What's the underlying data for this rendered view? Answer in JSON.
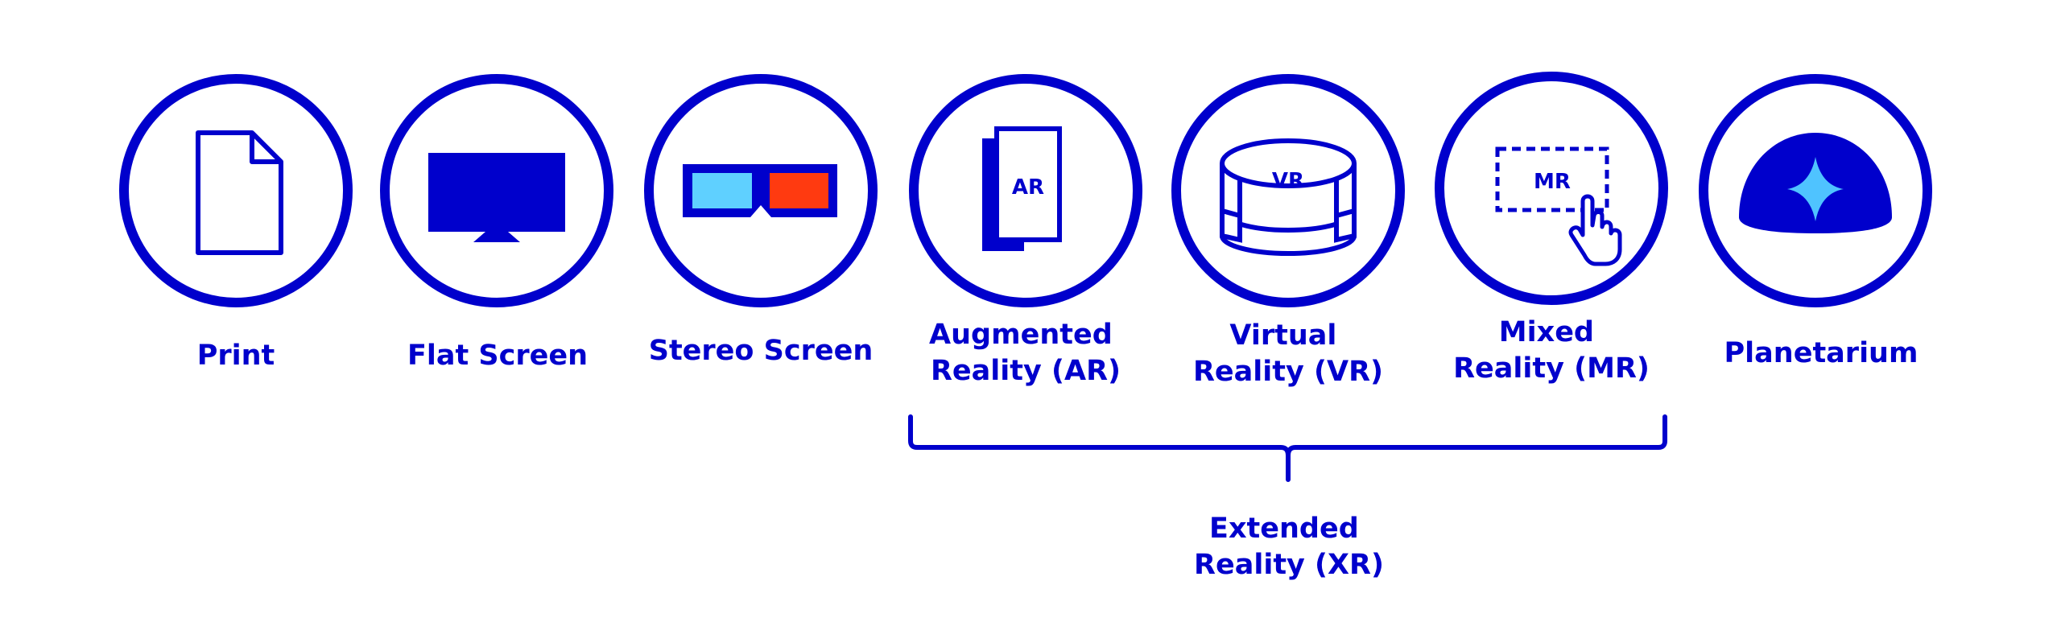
{
  "colors": {
    "primary": "#0000cc",
    "glasses_left_lens": "#5fd0ff",
    "glasses_right_lens": "#ff3a10",
    "star": "#4fc3ff",
    "background": "#ffffff"
  },
  "items": [
    {
      "id": "print",
      "icon": "document-icon",
      "label_lines": [
        "Print"
      ]
    },
    {
      "id": "flat-screen",
      "icon": "monitor-icon",
      "label_lines": [
        "Flat Screen"
      ]
    },
    {
      "id": "stereo-screen",
      "icon": "3d-glasses-icon",
      "label_lines": [
        "Stereo Screen"
      ]
    },
    {
      "id": "augmented-reality",
      "icon": "ar-device-icon",
      "icon_text": "AR",
      "label_lines": [
        "Augmented",
        "Reality (AR)"
      ]
    },
    {
      "id": "virtual-reality",
      "icon": "vr-cylinder-icon",
      "icon_text": "VR",
      "label_lines": [
        "Virtual",
        "Reality (VR)"
      ]
    },
    {
      "id": "mixed-reality",
      "icon": "mr-pointer-icon",
      "icon_text": "MR",
      "label_lines": [
        "Mixed",
        "Reality (MR)"
      ]
    },
    {
      "id": "planetarium",
      "icon": "dome-star-icon",
      "label_lines": [
        "Planetarium"
      ]
    }
  ],
  "group": {
    "label_lines": [
      "Extended",
      "Reality (XR)"
    ],
    "members": [
      "augmented-reality",
      "virtual-reality",
      "mixed-reality"
    ]
  }
}
